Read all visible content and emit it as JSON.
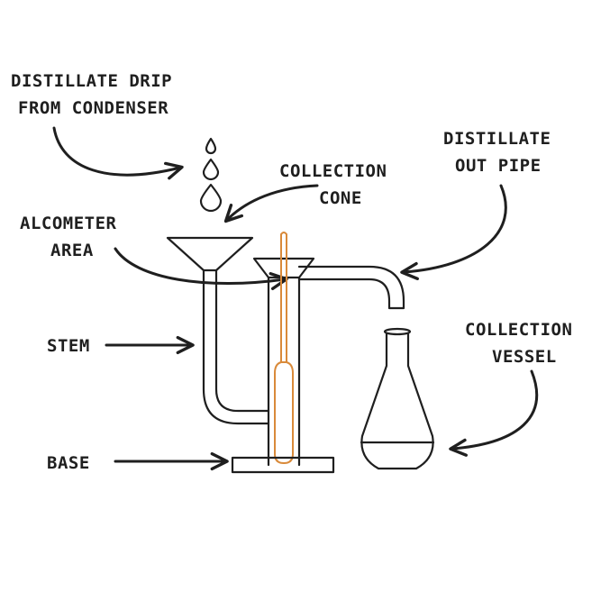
{
  "labels": {
    "distillate_drip": [
      "DISTILLATE DRIP",
      "FROM CONDENSER"
    ],
    "collection_cone": [
      "COLLECTION",
      "CONE"
    ],
    "distillate_out_pipe": [
      "DISTILLATE",
      "OUT PIPE"
    ],
    "alcometer_area": [
      "ALCOMETER",
      "AREA"
    ],
    "stem": [
      "STEM"
    ],
    "collection_vessel": [
      "COLLECTION",
      "VESSEL"
    ],
    "base": [
      "BASE"
    ]
  },
  "colors": {
    "ink": "#1f1f1f",
    "alcometer": "#d98a3a",
    "background": "#ffffff"
  }
}
